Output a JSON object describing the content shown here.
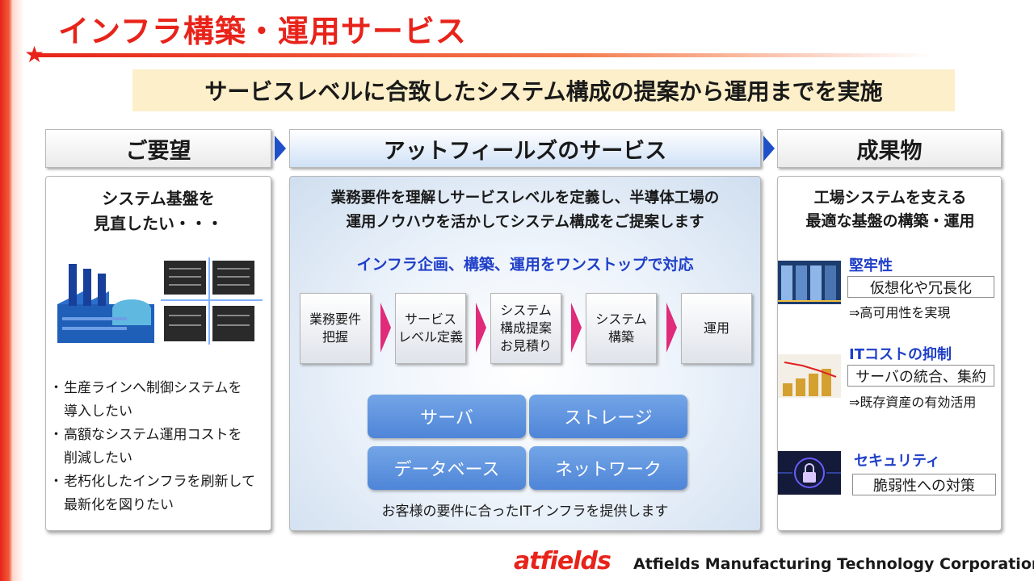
{
  "slide": {
    "title": "インフラ構築・運用サービス",
    "subtitle": "サービスレベルに合致したシステム構成の提案から運用までを実施"
  },
  "columns": {
    "request_header": "ご要望",
    "service_header": "アットフィールズのサービス",
    "result_header": "成果物"
  },
  "request": {
    "heading_line1": "システム基盤を",
    "heading_line2": "見直したい・・・",
    "items": [
      {
        "line1": "生産ラインへ制御システムを",
        "line2": "導入したい"
      },
      {
        "line1": "高額なシステム運用コストを",
        "line2": "削減したい"
      },
      {
        "line1": "老朽化したインフラを刷新して",
        "line2": "最新化を図りたい"
      }
    ]
  },
  "service": {
    "heading_line1": "業務要件を理解しサービスレベルを定義し、半導体工場の",
    "heading_line2": "運用ノウハウを活かしてシステム構成をご提案します",
    "tagline": "インフラ企画、構築、運用をワンストップで対応",
    "steps": [
      {
        "line1": "業務要件",
        "line2": "把握",
        "line3": ""
      },
      {
        "line1": "サービス",
        "line2": "レベル定義",
        "line3": ""
      },
      {
        "line1": "システム",
        "line2": "構成提案",
        "line3": "お見積り"
      },
      {
        "line1": "システム",
        "line2": "構築",
        "line3": ""
      },
      {
        "line1": "運用",
        "line2": "",
        "line3": ""
      }
    ],
    "components": [
      "サーバ",
      "ストレージ",
      "データベース",
      "ネットワーク"
    ],
    "note": "お客様の要件に合ったITインフラを提供します"
  },
  "result": {
    "heading_line1": "工場システムを支える",
    "heading_line2": "最適な基盤の構築・運用",
    "items": [
      {
        "title": "堅牢性",
        "box": "仮想化や冗長化",
        "note": "⇒高可用性を実現"
      },
      {
        "title": "ITコストの抑制",
        "box": "サーバの統合、集約",
        "note": "⇒既存資産の有効活用"
      },
      {
        "title": "セキュリティ",
        "box": "脆弱性への対策",
        "note": ""
      }
    ]
  },
  "footer": {
    "logo": "atfields",
    "company": "Atfields Manufacturing Technology Corporation"
  },
  "colors": {
    "accent_red": "#e8231a",
    "accent_blue": "#1f3fc8",
    "step_arrow_pink": "#e02a7a",
    "pill_blue": "#5b8fdc",
    "subtitle_bg": "#fcefc9"
  }
}
